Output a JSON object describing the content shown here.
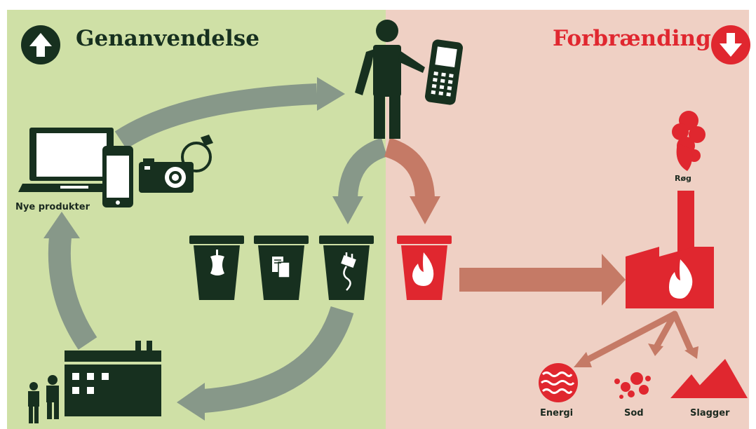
{
  "left_panel": {
    "title": "Genanvendelse",
    "direction_icon": "arrow-up-circle-icon",
    "color": "#17301f",
    "background": "#cfe0a6"
  },
  "right_panel": {
    "title": "Forbrænding",
    "direction_icon": "arrow-down-circle-icon",
    "color": "#e0272f",
    "background": "#efd0c4"
  },
  "labels": {
    "new_products": "Nye produkter",
    "smoke": "Røg",
    "energy": "Energi",
    "soot": "Sod",
    "slag": "Slagger"
  },
  "bins": [
    {
      "icon": "apple-core-icon",
      "color": "#17301f"
    },
    {
      "icon": "paper-icon",
      "color": "#17301f"
    },
    {
      "icon": "plug-icon",
      "color": "#17301f"
    },
    {
      "icon": "flame-icon",
      "color": "#e0272f"
    }
  ],
  "colors": {
    "dark_green": "#17301f",
    "red": "#e0272f",
    "grey_arrow": "#879889",
    "brown_arrow": "#c57a66"
  }
}
